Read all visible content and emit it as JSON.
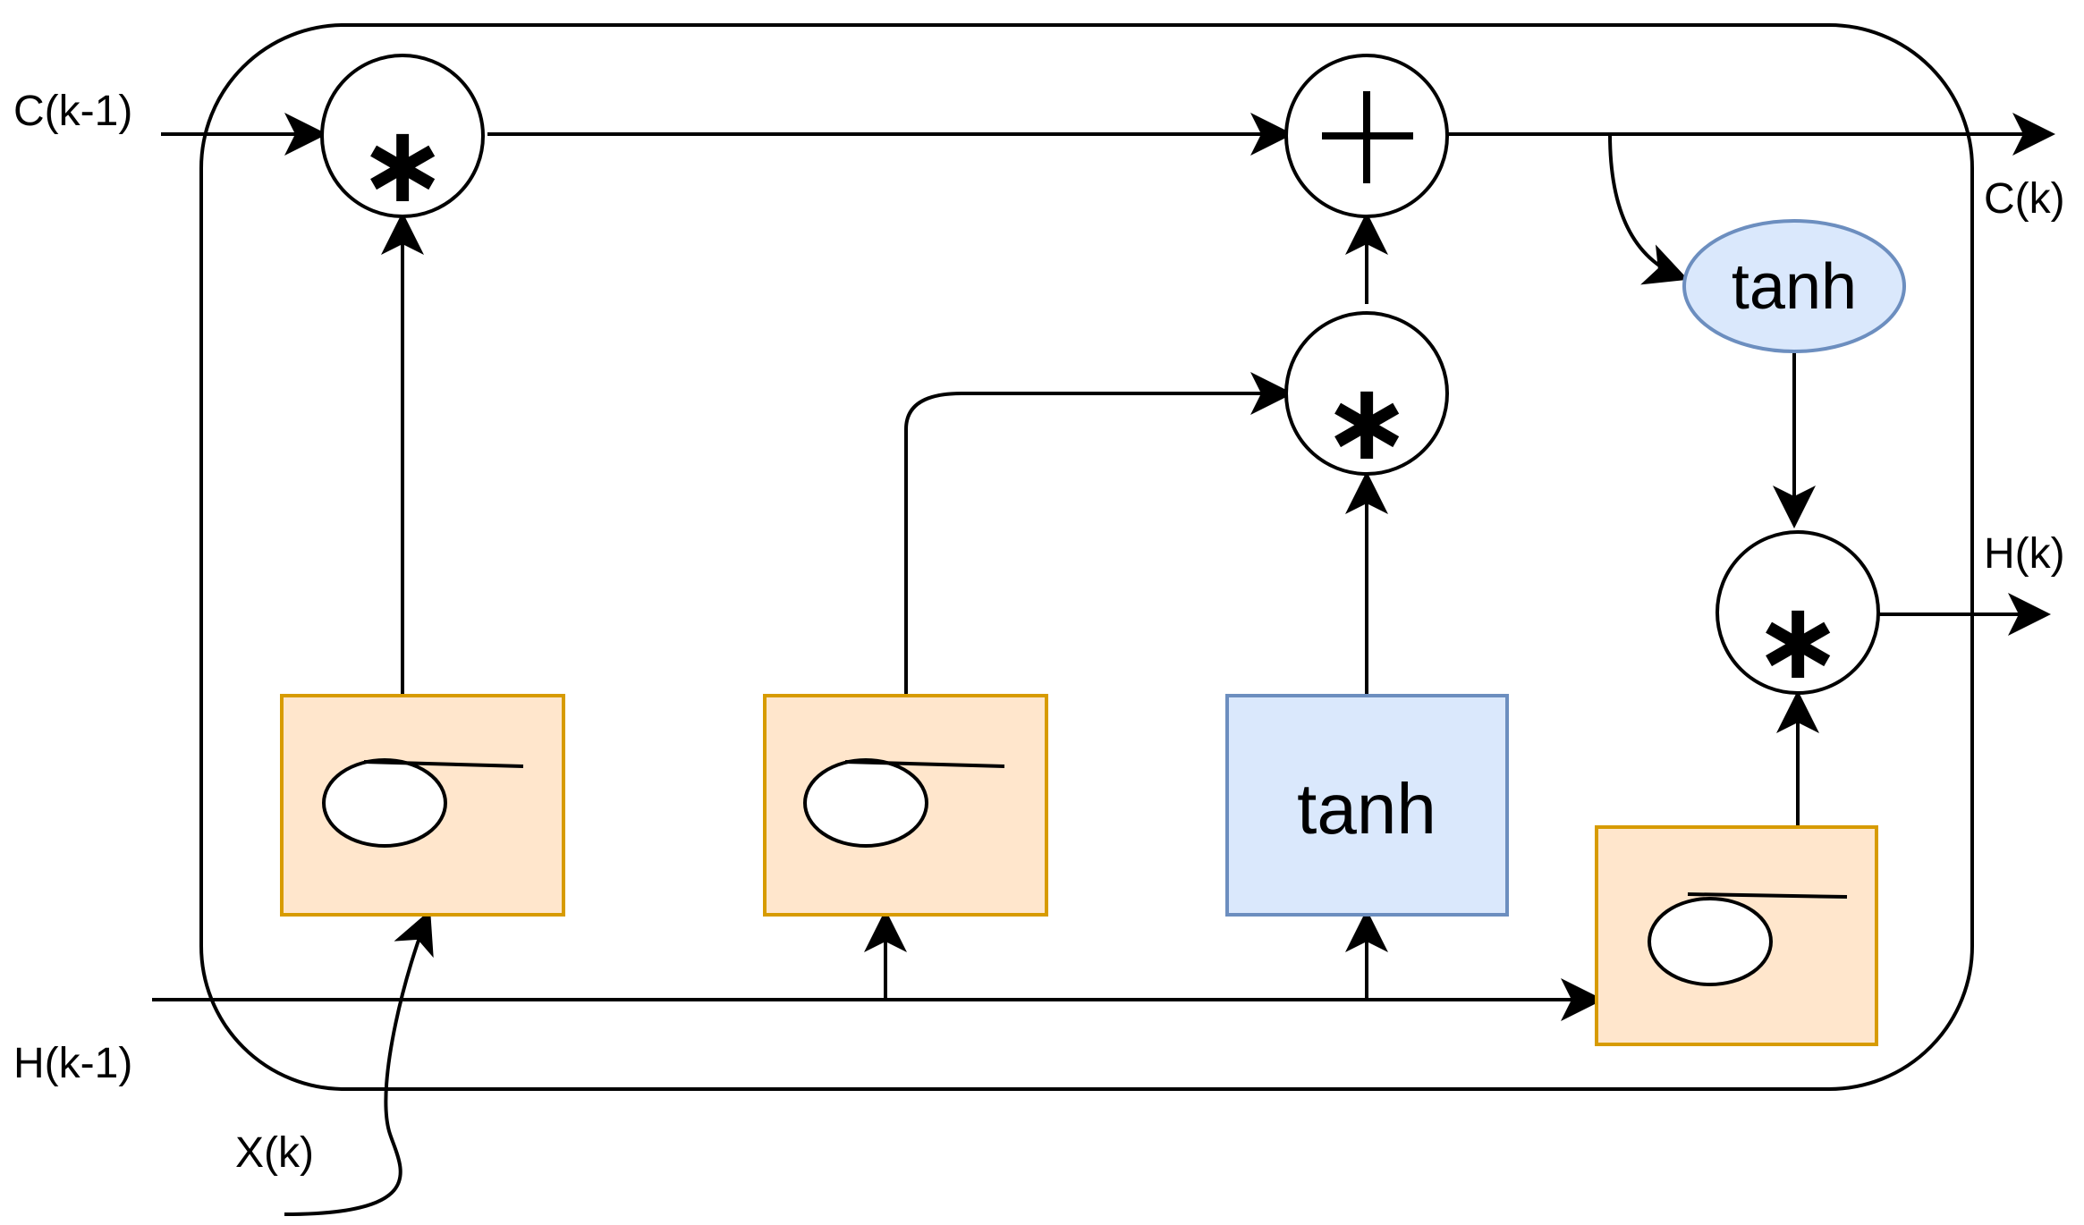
{
  "labels": {
    "c_prev": "C(k-1)",
    "c_next": "C(k)",
    "h_next": "H(k)",
    "h_prev": "H(k-1)",
    "x_in": "X(k)"
  },
  "nodes": {
    "tanh_box": "tanh",
    "tanh_ellipse": "tanh",
    "multiply_symbol": "∗",
    "add_symbol": "+"
  },
  "colors": {
    "stroke": "#000000",
    "gate_fill": "#ffe6cc",
    "gate_stroke": "#d79b00",
    "tanh_fill": "#dae8fc",
    "tanh_stroke": "#6c8ebf"
  }
}
